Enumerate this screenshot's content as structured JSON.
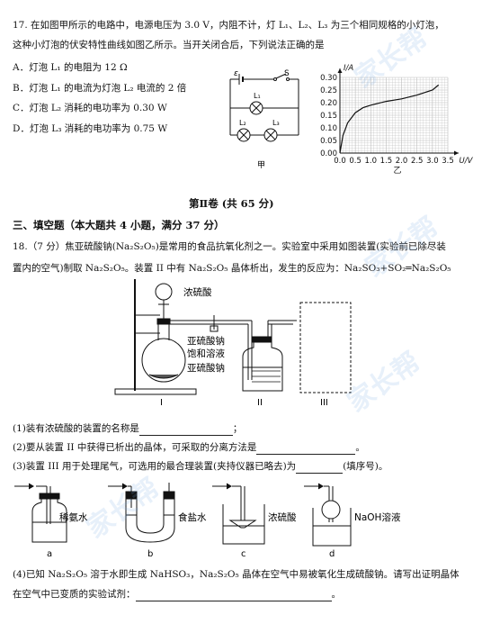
{
  "q17": {
    "stem_line1": "17. 在如图甲所示的电路中，电源电压为 3.0 V，内阻不计，灯 L₁、L₂、L₃ 为三个相同规格的小灯泡，",
    "stem_line2": "这种小灯泡的伏安特性曲线如图乙所示。当开关闭合后，下列说法正确的是",
    "options": [
      "A．灯泡 L₁ 的电阻为 12 Ω",
      "B．灯泡 L₁ 的电流为灯泡 L₂ 电流的 2 倍",
      "C．灯泡 L₂ 消耗的电功率为 0.30 W",
      "D．灯泡 L₃ 消耗的电功率为 0.75 W"
    ],
    "circuit_labels": {
      "emf": "ε",
      "switch": "S",
      "l1": "L₁",
      "l2": "L₂",
      "l3": "L₃",
      "caption": "甲"
    },
    "chart_caption": "乙"
  },
  "chart_data": {
    "type": "line",
    "xlabel": "U/V",
    "ylabel": "I/A",
    "xlim": [
      0,
      3.5
    ],
    "ylim": [
      0,
      0.3
    ],
    "xticks": [
      "0.0",
      "0.5",
      "1.0",
      "1.5",
      "2.0",
      "2.5",
      "3.0",
      "3.5"
    ],
    "yticks": [
      "0.00",
      "0.05",
      "0.10",
      "0.15",
      "0.20",
      "0.25",
      "0.30"
    ],
    "grid": true,
    "x": [
      0,
      0.1,
      0.25,
      0.5,
      0.75,
      1.0,
      1.5,
      2.0,
      2.5,
      3.0,
      3.2
    ],
    "y": [
      0,
      0.07,
      0.12,
      0.16,
      0.18,
      0.19,
      0.205,
      0.215,
      0.23,
      0.25,
      0.27
    ]
  },
  "section2": {
    "title": "第Ⅱ卷 (共 65 分)"
  },
  "section3": {
    "title": "三、填空题（本大题共 4 小题，满分 37 分）"
  },
  "q18": {
    "line1": "18.（7 分）焦亚硫酸钠(Na₂S₂O₅)是常用的食品抗氧化剂之一。实验室中采用如图装置(实验前已除尽装",
    "line2": "置内的空气)制取 Na₂S₂O₅。装置 II 中有 Na₂S₂O₅ 晶体析出，发生的反应为：Na₂SO₃+SO₂═Na₂S₂O₅",
    "apparatus": {
      "acid_label": "浓硫酸",
      "solution_label_1": "亚硫酸钠",
      "solution_label_2": "饱和溶液",
      "solid_label": "亚硫酸钠",
      "label_1": "I",
      "label_2": "II",
      "label_3": "III"
    },
    "sub1": "(1)装有浓硫酸的装置的名称是",
    "sub1_end": "；",
    "sub2": "(2)要从装置 II 中获得已析出的晶体，可采取的分离方法是",
    "sub2_end": "。",
    "sub3": "(3)装置 III 用于处理尾气，可选用的最合理装置(夹持仪器已略去)为",
    "sub3_end": "(填序号)。",
    "options": [
      {
        "letter": "a",
        "liquid": "稀氨水"
      },
      {
        "letter": "b",
        "liquid": "食盐水"
      },
      {
        "letter": "c",
        "liquid": "浓硫酸"
      },
      {
        "letter": "d",
        "liquid": "NaOH溶液"
      }
    ],
    "sub4_line1": "(4)已知 Na₂S₂O₅ 溶于水即生成 NaHSO₃，Na₂S₂O₅ 晶体在空气中易被氧化生成硫酸钠。请写出证明晶体",
    "sub4_line2": "在空气中已变质的实验试剂：",
    "sub4_end": "。"
  },
  "watermark": {
    "text": "家长帮"
  }
}
